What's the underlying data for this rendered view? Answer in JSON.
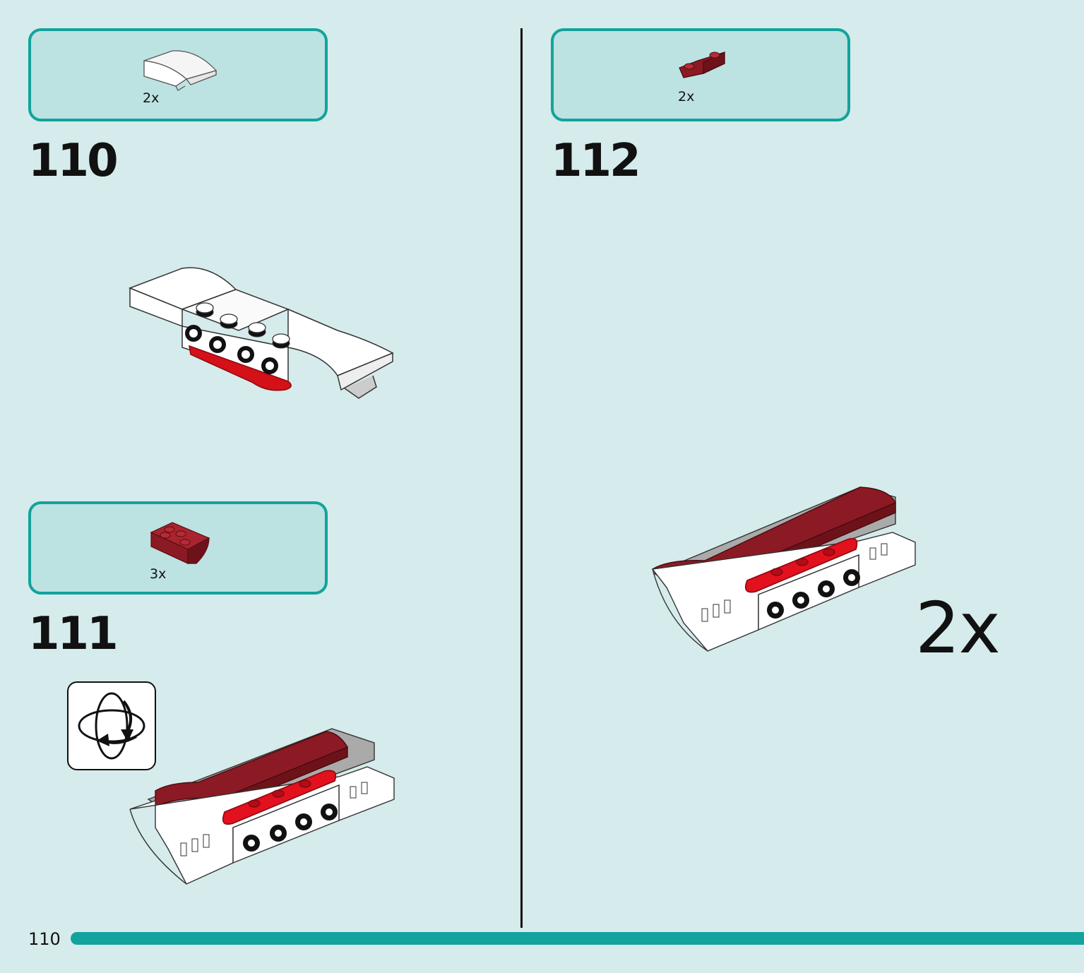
{
  "page": {
    "number": "110"
  },
  "steps": [
    {
      "number": "110",
      "parts": [
        {
          "quantity": "2x",
          "color": "#ffffff",
          "piece": "curved-slope-white"
        }
      ]
    },
    {
      "number": "111",
      "parts": [
        {
          "quantity": "3x",
          "color": "#8b1a24",
          "piece": "inverted-slope-dark-red"
        }
      ],
      "rotate_model": true
    },
    {
      "number": "112",
      "parts": [
        {
          "quantity": "2x",
          "color": "#8b1a24",
          "piece": "inverted-slope-dark-red"
        }
      ],
      "build_multiplier": "2x"
    }
  ],
  "colors": {
    "accent": "#12a39c",
    "parts_box_bg": "#bde2e2",
    "page_bg": "#d6ebeb",
    "dark_red": "#8b1a24",
    "red": "#e3101e"
  }
}
